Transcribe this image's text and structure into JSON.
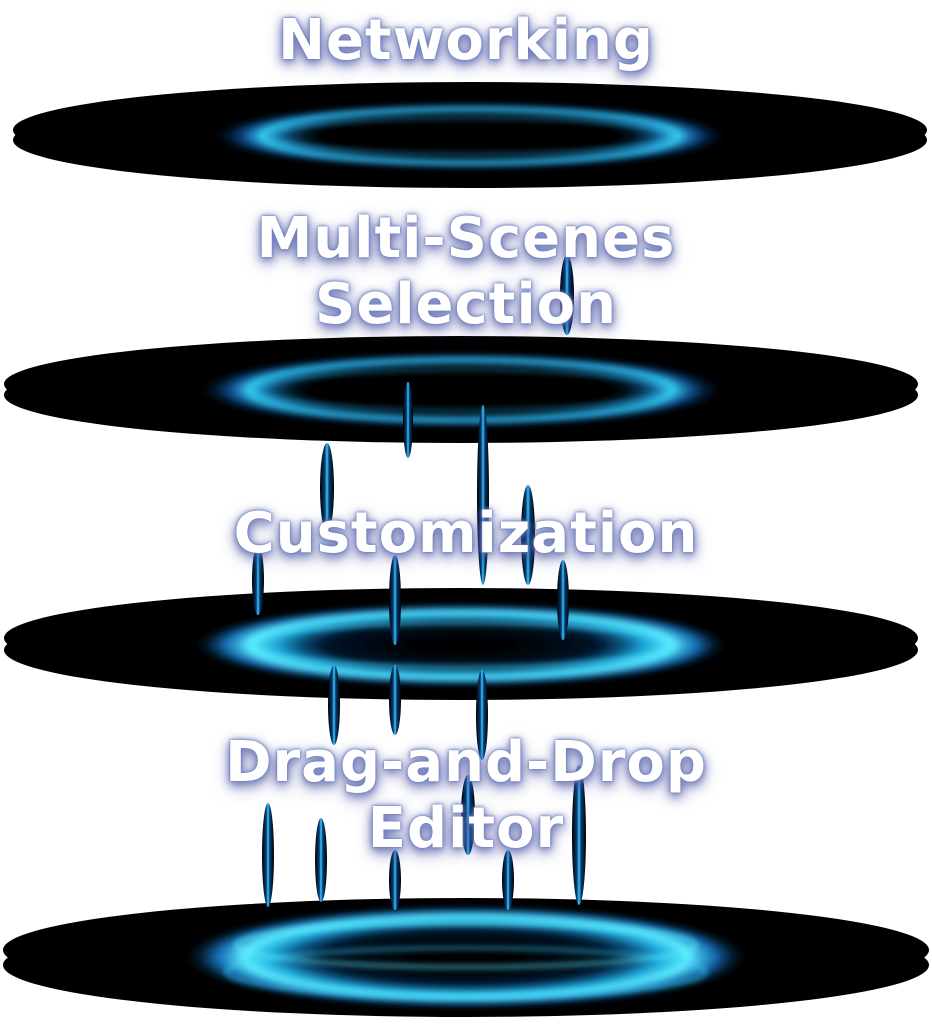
{
  "levels": [
    {
      "lines": [
        "Networking"
      ]
    },
    {
      "lines": [
        "Multi-Scenes",
        "Selection"
      ]
    },
    {
      "lines": [
        "Customization"
      ]
    },
    {
      "lines": [
        "Drag-and-Drop",
        "Editor"
      ]
    }
  ],
  "colors": {
    "disc": "#000000",
    "glow_core": "#2fd6ff",
    "glow_outer": "#0a6bd8",
    "text": "#ffffff",
    "text_shadow": "#5a6fb0"
  }
}
